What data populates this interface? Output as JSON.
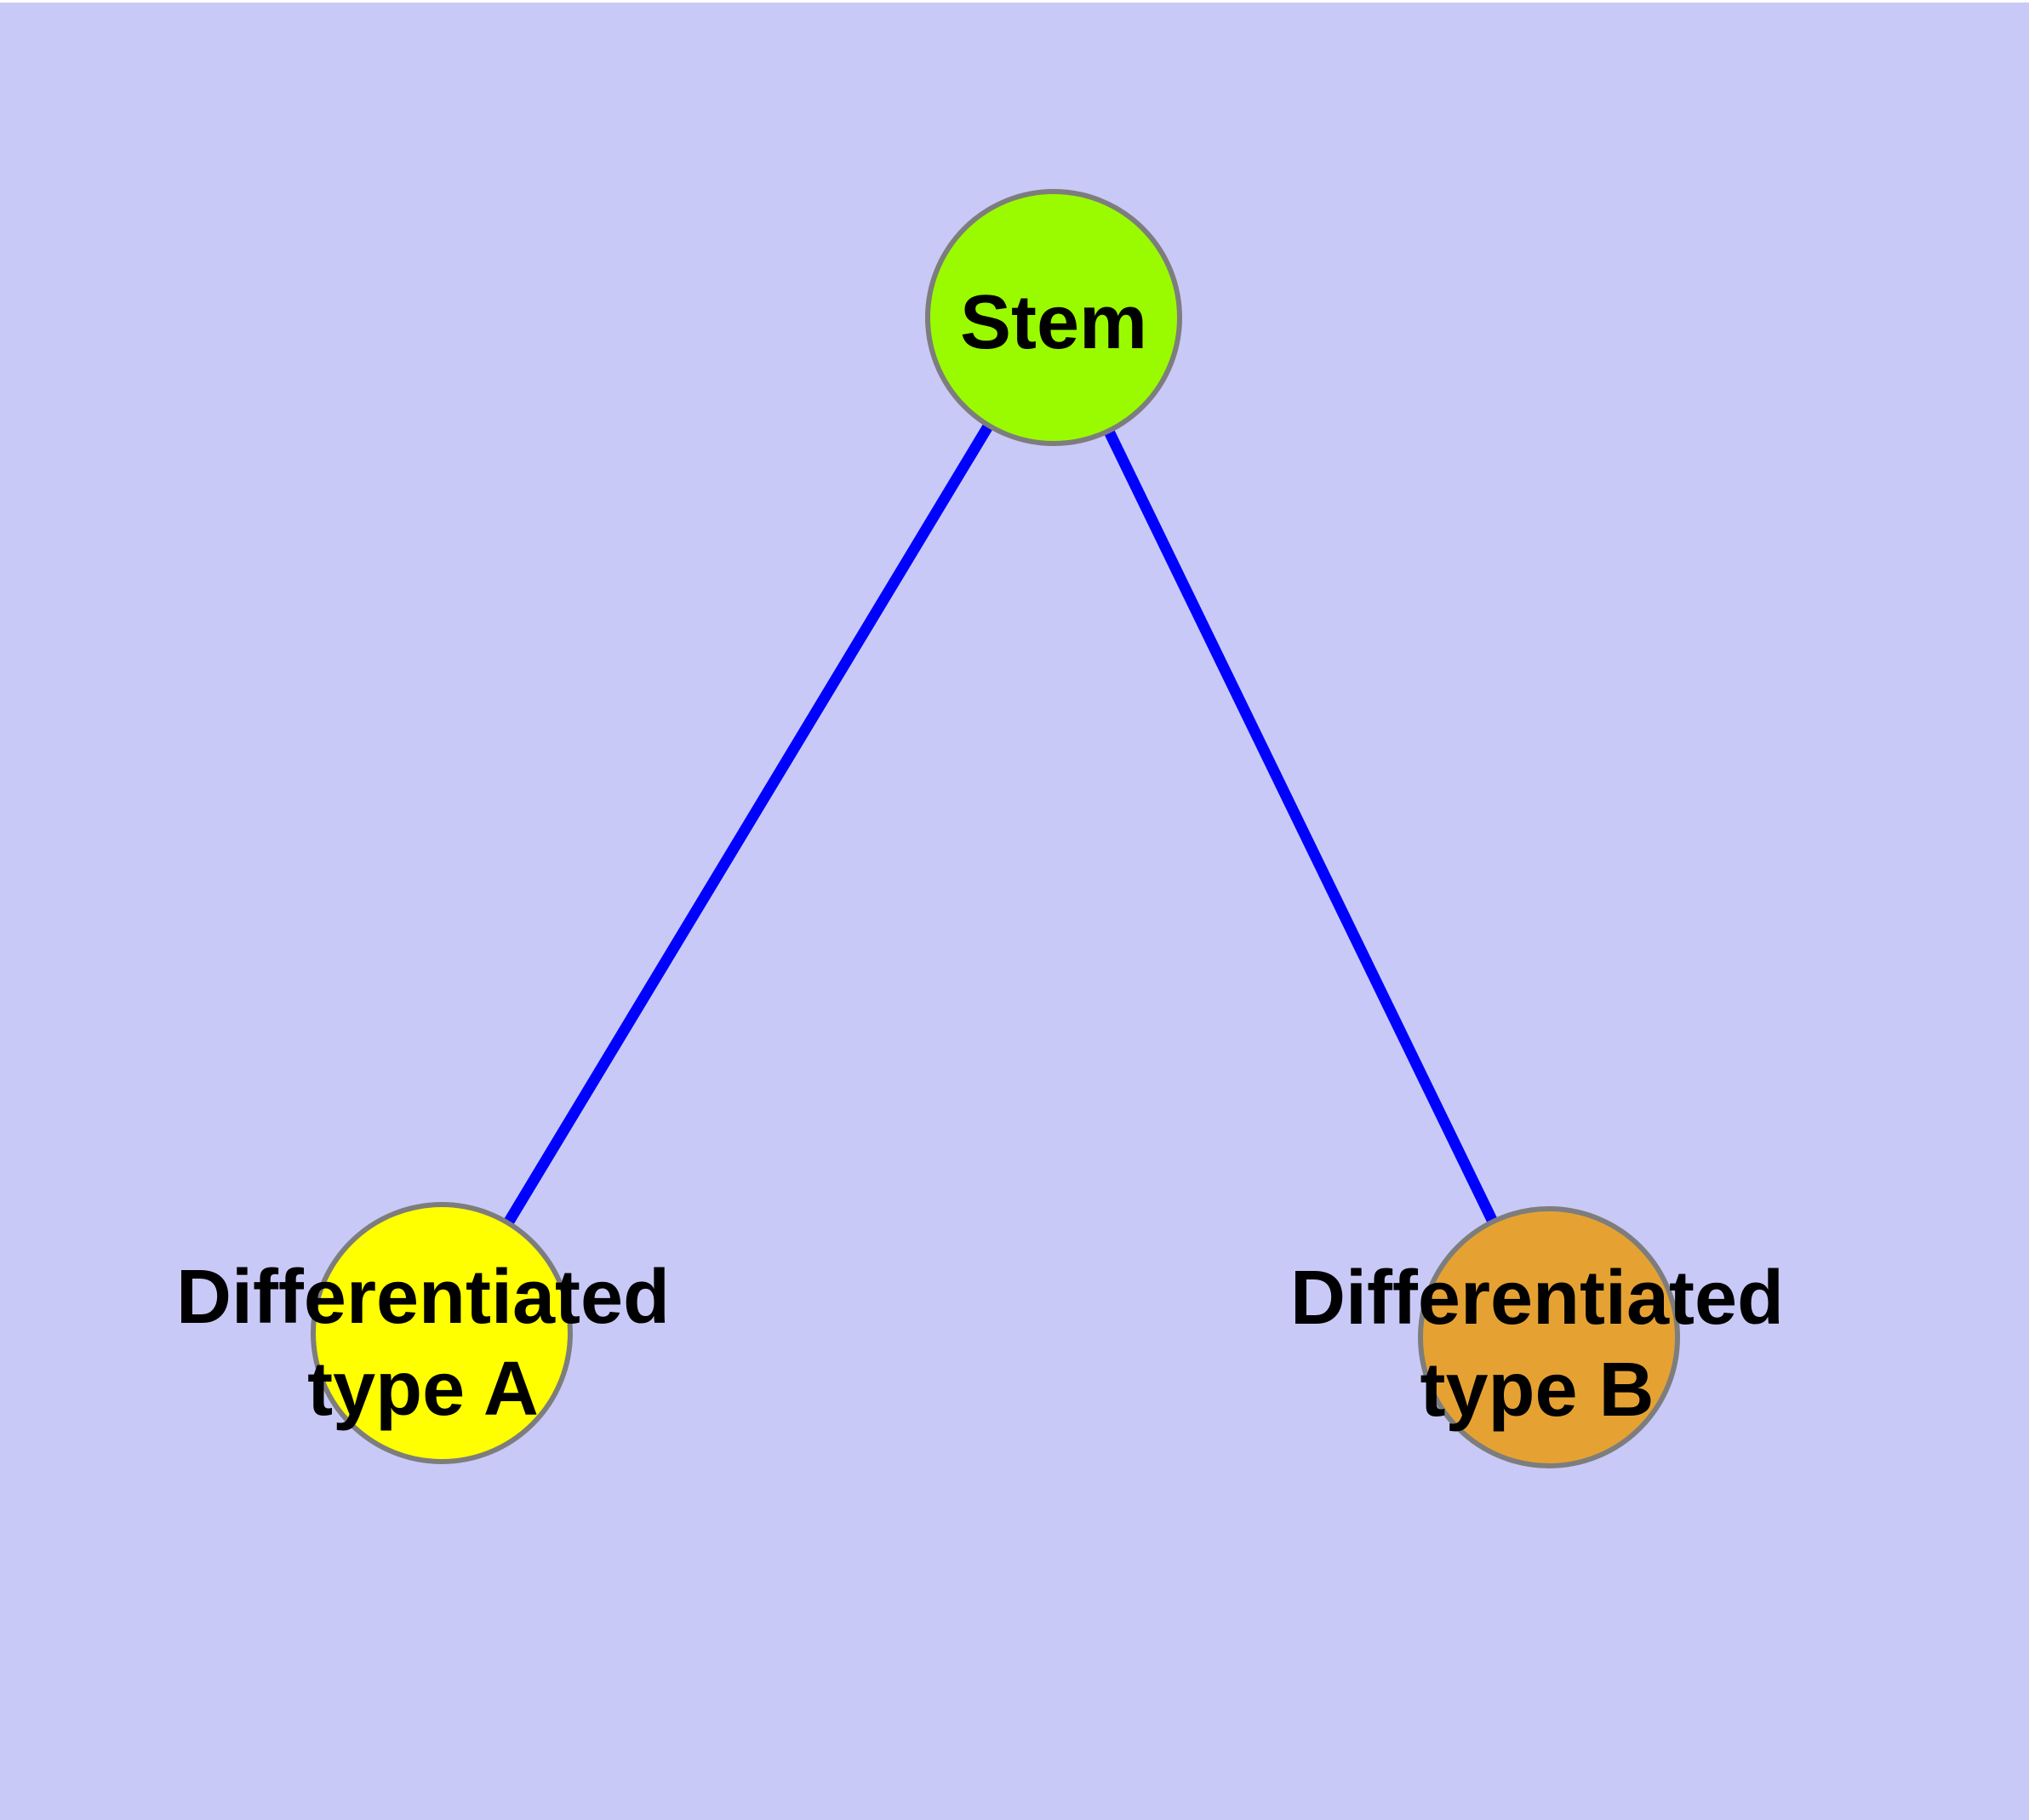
{
  "figure": {
    "type": "node-link-diagram",
    "background_color": "#c9c9f7",
    "top_strip_color": "#ffffff",
    "edge_color": "#0000ff",
    "node_border_color": "#7d7d7d",
    "label_color": "#000000"
  },
  "nodes": [
    {
      "id": "stem",
      "label": "Stem",
      "lines": [
        "Stem"
      ],
      "color": "#9afb00"
    },
    {
      "id": "differentiated-type-a",
      "label": "Differentiated type A",
      "lines": [
        "Differentiated",
        "type A"
      ],
      "color": "#ffff00"
    },
    {
      "id": "differentiated-type-b",
      "label": "Differentiated type B",
      "lines": [
        "Differentiated",
        "type B"
      ],
      "color": "#e5a233"
    }
  ],
  "edges": [
    {
      "from": "Stem",
      "to": "Differentiated type A"
    },
    {
      "from": "Stem",
      "to": "Differentiated type B"
    }
  ]
}
